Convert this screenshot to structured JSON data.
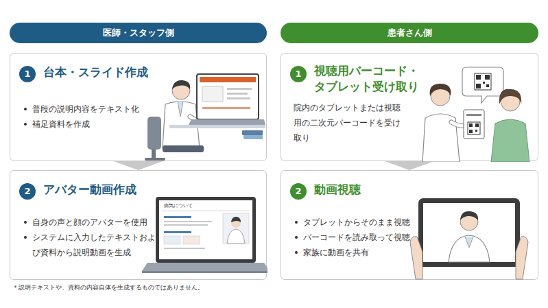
{
  "diagram": {
    "nodes": [
      {
        "text": [
          "医師・スタッフ側"
        ]
      },
      {
        "text": [
          "台本・スライド作成",
          "普段の説明内容をテキスト化",
          "補足資料を作成"
        ]
      },
      {
        "text": [
          "1"
        ],
        "in": 1
      },
      {
        "text": [
          "アバター動画作成",
          "自身の声と顔のアバターを使用",
          "システムに入力したテキストおよび資料から説明動画を生成"
        ]
      },
      {
        "text": [
          "2"
        ],
        "in": 3
      },
      {
        "text": [
          "患者さん側"
        ]
      },
      {
        "text": [
          "視聴用バーコード・タブレット受け取り",
          "院内のタブレットまたは視聴用の二次元バーコードを受け取り"
        ]
      },
      {
        "text": [
          "1"
        ],
        "in": 6
      },
      {
        "text": [
          "動画視聴",
          "タブレットからそのまま視聴",
          "バーコードを読み取って視聴",
          "家族に動画を共有"
        ]
      },
      {
        "text": [
          "2"
        ],
        "in": 8
      }
    ],
    "edges": [
      {
        "from": 1,
        "to": 3,
        "arrow": "to"
      },
      {
        "from": 6,
        "to": 8,
        "arrow": "to"
      }
    ],
    "labels": [
      "＊説明テキストや、資料の内容自体を生成するものではありません。",
      "病気について"
    ]
  }
}
